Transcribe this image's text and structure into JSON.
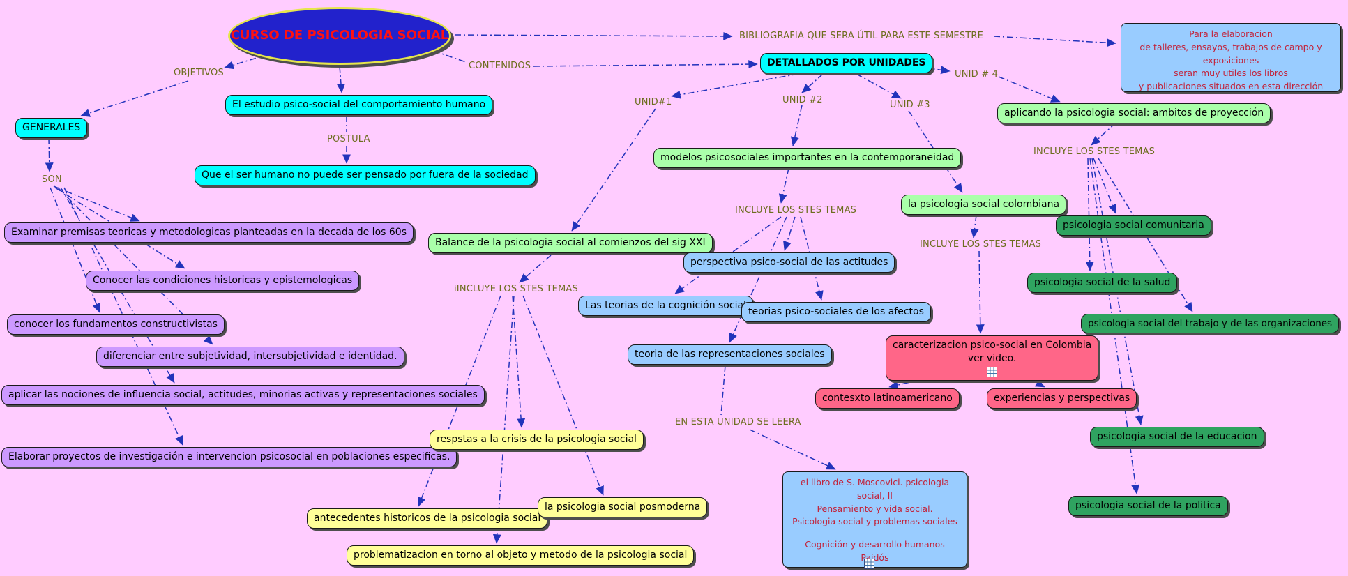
{
  "root": {
    "label": "CURSO DE PSICOLOGIA SOCIAL"
  },
  "labels": {
    "objetivos": "OBJETIVOS",
    "son": "SON",
    "contenidos": "CONTENIDOS",
    "postula": "POSTULA",
    "bibliografia": "BIBLIOGRAFIA QUE SERA ÚTIL PARA ESTE SEMESTRE",
    "unid1": "UNID#1",
    "unid2": "UNID #2",
    "unid3": "UNID #3",
    "unid4": "UNID # 4",
    "incluye1": "iINCLUYE LOS STES TEMAS",
    "incluye2": "INCLUYE LOS STES TEMAS",
    "incluye3": "INCLUYE LOS STES TEMAS",
    "incluye4": "INCLUYE LOS STES TEMAS",
    "leera": "EN ESTA UNIDAD SE LEERA"
  },
  "concepts": {
    "generales": "GENERALES",
    "estudio": "El estudio psico-social del comportamiento humano",
    "ser_humano": "Que el ser humano no puede ser pensado por fuera de la sociedad",
    "detallados": "DETALLADOS POR UNIDADES",
    "obj1": "Examinar premisas teoricas y metodologicas planteadas en la decada de los 60s",
    "obj2": "Conocer las condiciones historicas y epistemologicas",
    "obj3": "conocer los fundamentos constructivistas",
    "obj4": "diferenciar entre subjetividad, intersubjetividad e identidad.",
    "obj5": "aplicar las nociones de influencia social, actitudes, minorias activas y representaciones sociales",
    "obj6": "Elaborar proyectos de investigación e intervencion psicosocial en poblaciones especificas.",
    "balance": "Balance de la psicologia social al comienzos del sig XXI",
    "crisis": "respstas a la crisis de la psicologia social",
    "antecedentes": "antecedentes historicos de la psicologia social",
    "posmoderna": "la psicologia social posmoderna",
    "problematizacion": "problematizacion en torno al objeto y metodo de la psicologia social",
    "modelos": "modelos psicosociales importantes en la contemporaneidad",
    "actitudes": "perspectiva psico-social de las actitudes",
    "cognicion": "Las teorias de la cognición social",
    "afectos": "teorias psico-sociales de los afectos",
    "representaciones": "teoria de las representaciones sociales",
    "colombiana": "la psicologia social colombiana",
    "caracterizacion": [
      "caracterizacion psico-social en Colombia",
      "ver video."
    ],
    "contexto": "contesxto latinoamericano",
    "experiencias": "experiencias y perspectivas",
    "aplicando": "aplicando la psicologia social: ambitos de proyección",
    "comunitaria": "psicologia social comunitaria",
    "salud": "psicologia social de la salud",
    "trabajo": "psicologia social del trabajo y de las organizaciones",
    "educacion": "psicologia social de la educacion",
    "politica": "psicologia social de la politica"
  },
  "notes": {
    "direccion": [
      "Para la elaboracion",
      "de talleres, ensayos, trabajos de campo y exposiciones",
      "seran muy utiles los libros",
      "y publicaciones situados en esta dirección"
    ],
    "lectura": [
      "el libro de S. Moscovici. psicologia social, II",
      "Pensamiento y vida social.",
      "Psicologia social y problemas sociales",
      "",
      "Cognición y desarrollo humanos",
      "Paidós"
    ]
  },
  "colors": {
    "background": "#FFCCFF",
    "connector": "#2233BB",
    "root_fill": "#2222CC",
    "root_border": "#E6E64C",
    "root_text": "#FF1111",
    "cyan_node": "#00FFFF",
    "purple_node": "#CC99FF",
    "green_light_node": "#AAFFAA",
    "yellow_node": "#FFFF99",
    "blue_node": "#99CCFF",
    "green_dark_node": "#2FA360",
    "pink_node": "#FF6688",
    "note_text": "#C2223A",
    "label_text": "#6D6D1E"
  }
}
